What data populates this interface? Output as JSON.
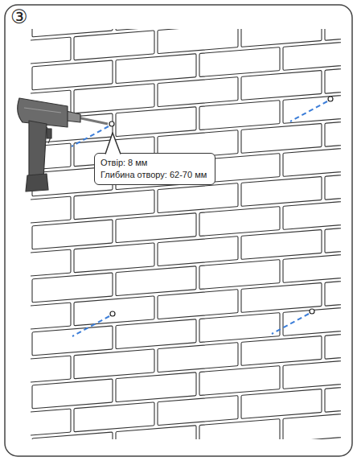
{
  "diagram": {
    "nodes": [
      {
        "text": [
          "Отвір: 8 мм",
          "Глибина отвору: 62-70 мм"
        ]
      }
    ],
    "labels": [
      "③"
    ]
  }
}
